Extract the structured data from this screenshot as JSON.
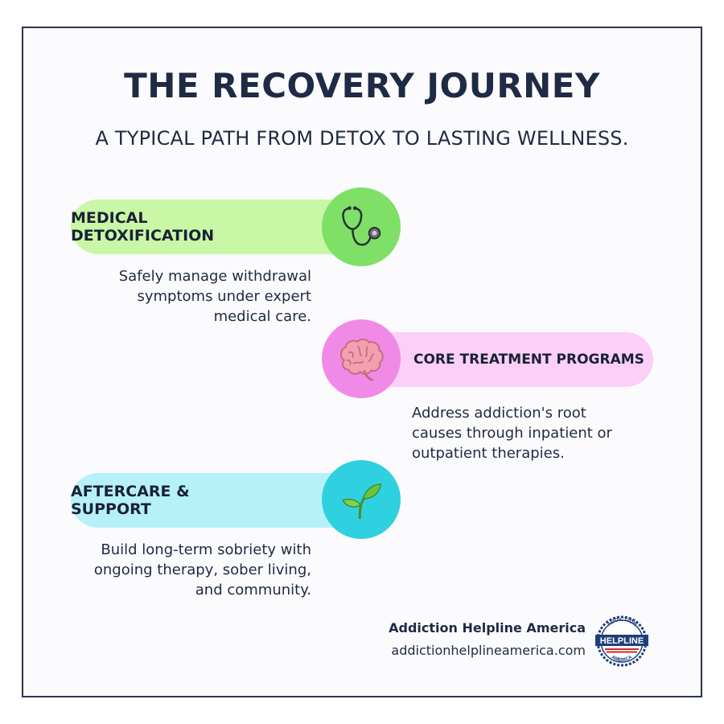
{
  "title": "THE RECOVERY JOURNEY",
  "subtitle": "A TYPICAL PATH FROM DETOX TO LASTING WELLNESS.",
  "steps": [
    {
      "label": "MEDICAL DETOXIFICATION",
      "icon": "stethoscope-icon",
      "pill_color": "#c9f7a6",
      "circle_color": "#7ee066",
      "desc": [
        "Safely manage withdrawal",
        "symptoms under expert",
        "medical care."
      ]
    },
    {
      "label": "CORE TREATMENT PROGRAMS",
      "icon": "brain-icon",
      "pill_color": "#fbcff7",
      "circle_color": "#f08ae6",
      "desc": [
        "Address addiction's root",
        "causes through inpatient or",
        "outpatient therapies."
      ]
    },
    {
      "label": "AFTERCARE & SUPPORT",
      "icon": "seedling-icon",
      "pill_color": "#b6f1f9",
      "circle_color": "#2fd0e0",
      "desc": [
        "Build long-term sobriety with",
        "ongoing therapy, sober living,",
        "and community."
      ]
    }
  ],
  "footer": {
    "brand_name": "Addiction Helpline America",
    "url": "addictionhelplineamerica.com",
    "seal": {
      "top_text": "ADDICTION",
      "main_text": "HELPLINE",
      "bottom_text": "AMERICA",
      "colors": {
        "navy": "#1f3f7a",
        "red": "#c8282e"
      }
    }
  }
}
